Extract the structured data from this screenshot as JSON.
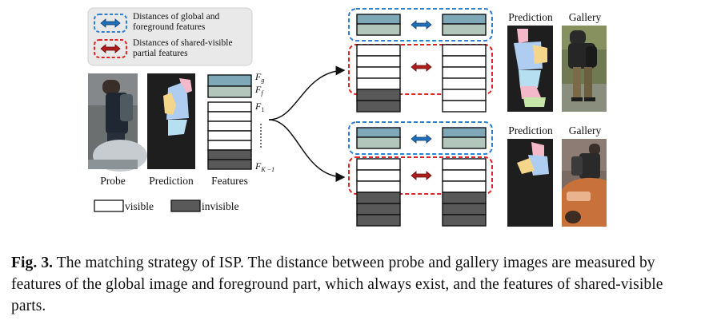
{
  "legend": {
    "global_foreground": "Distances of global and foreground features",
    "global_foreground_line1": "Distances of global and",
    "global_foreground_line2": "foreground features",
    "shared_visible": "Distances of shared-visible partial features",
    "shared_visible_line1": "Distances of shared-visible",
    "shared_visible_line2": "partial features"
  },
  "labels": {
    "probe": "Probe",
    "prediction": "Prediction",
    "features": "Features",
    "gallery": "Gallery",
    "visible": "visible",
    "invisible": "invisible"
  },
  "feature_labels": {
    "F_g_base": "F",
    "F_g_sub": "g",
    "F_f_base": "F",
    "F_f_sub": "f",
    "F_1_base": "F",
    "F_1_sub": "1",
    "F_K_base": "F",
    "F_K_sub": "K −1"
  },
  "caption": {
    "label": "Fig. 3.",
    "text": "The matching strategy of ISP. The distance between probe and gallery images are measured by features of the global image and foreground part, which always exist, and the features of shared-visible parts."
  },
  "colors": {
    "global_feature": "#7ea8b8",
    "foreground_feature": "#b3c6bb",
    "invisible_part": "#595959",
    "blue_arrow": "#1f6fb8",
    "red_arrow": "#b01c1c",
    "blue_dash": "#2f7fd0",
    "red_dash": "#e02424",
    "prediction_bg": "#1e1e1e"
  }
}
